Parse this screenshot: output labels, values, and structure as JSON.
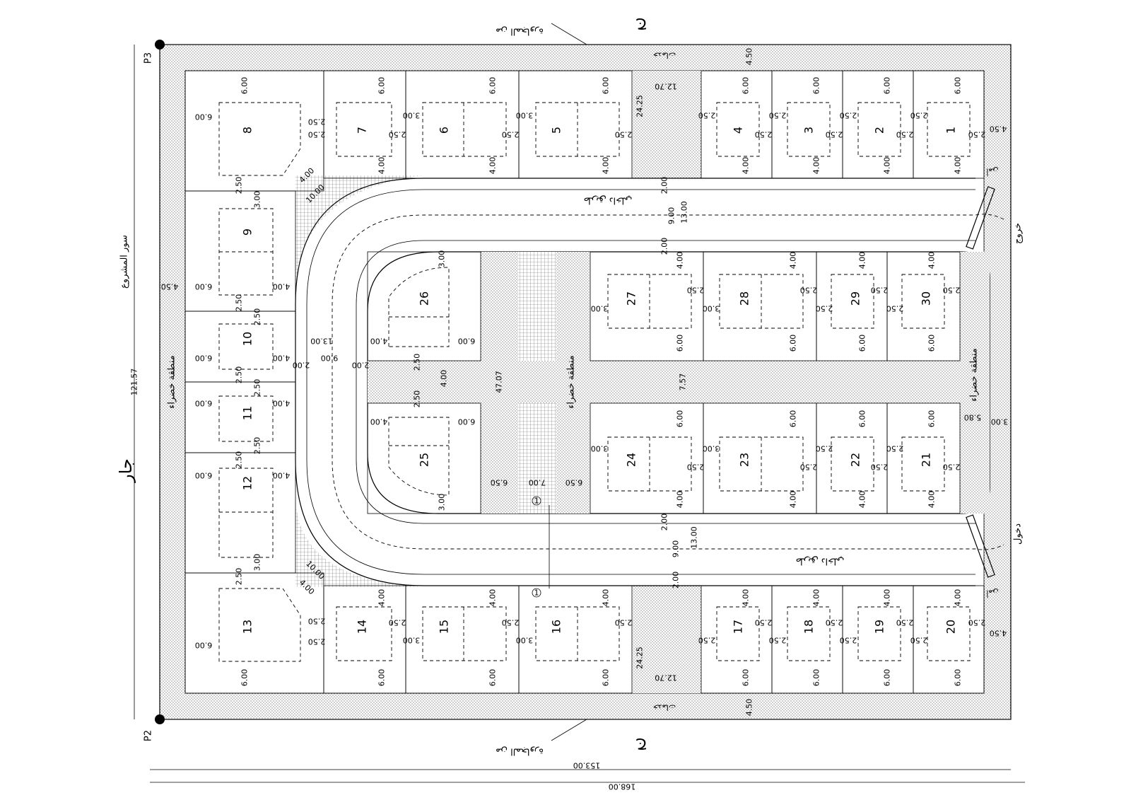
{
  "labels": {
    "wall": "سور المشروع",
    "neighbor": "جار",
    "green_zone": "منطقة خضراء",
    "exit": "خروج",
    "entrance": "دخول",
    "top_note": "من المجاورة",
    "bottom_note": "من المجاورة",
    "road_note_top": "طريق داخلي",
    "road_note_bottom": "طريق داخلي",
    "left_h": "ج",
    "right_h": "ج",
    "guard_top": "أمن",
    "guard_bottom": "أمن",
    "service_top": "خدمات",
    "service_bottom": "خدمات"
  },
  "points": {
    "p3": "P3",
    "p2": "P2"
  },
  "dims": {
    "overall_w": "153.00",
    "overall_w2": "168.00",
    "height": "121.57",
    "road_top": "13.00",
    "road_top_a": "2.00",
    "road_top_b": "9.00",
    "road_top_c": "2.00",
    "road_bottom": "13.00",
    "road_bottom_a": "2.00",
    "road_bottom_b": "9.00",
    "road_bottom_c": "2.00",
    "road_left": "13.00",
    "road_left_a": "2.00",
    "road_left_b": "9.00",
    "road_left_c": "2.00",
    "center_h": "47.07",
    "center_gap": "7.57",
    "mid_a": "6.50",
    "mid_b": "7.00",
    "mid_c": "6.50",
    "gap_top": "12.70",
    "gap_bottom": "12.70",
    "v_top": "24.25",
    "v_bottom": "24.25",
    "d_450": "4.50",
    "d_600": "6.00",
    "d_400": "4.00",
    "d_250": "2.50",
    "d_300": "3.00",
    "d_1000": "10.00",
    "d_580": "5.80",
    "d_v1": "1",
    "d_v2": "1"
  },
  "plots": [
    {
      "n": "1"
    },
    {
      "n": "2"
    },
    {
      "n": "3"
    },
    {
      "n": "4"
    },
    {
      "n": "5"
    },
    {
      "n": "6"
    },
    {
      "n": "7"
    },
    {
      "n": "8"
    },
    {
      "n": "9"
    },
    {
      "n": "10"
    },
    {
      "n": "11"
    },
    {
      "n": "12"
    },
    {
      "n": "13"
    },
    {
      "n": "14"
    },
    {
      "n": "15"
    },
    {
      "n": "16"
    },
    {
      "n": "17"
    },
    {
      "n": "18"
    },
    {
      "n": "19"
    },
    {
      "n": "20"
    },
    {
      "n": "21"
    },
    {
      "n": "22"
    },
    {
      "n": "23"
    },
    {
      "n": "24"
    },
    {
      "n": "25"
    },
    {
      "n": "26"
    },
    {
      "n": "27"
    },
    {
      "n": "28"
    },
    {
      "n": "29"
    },
    {
      "n": "30"
    }
  ]
}
